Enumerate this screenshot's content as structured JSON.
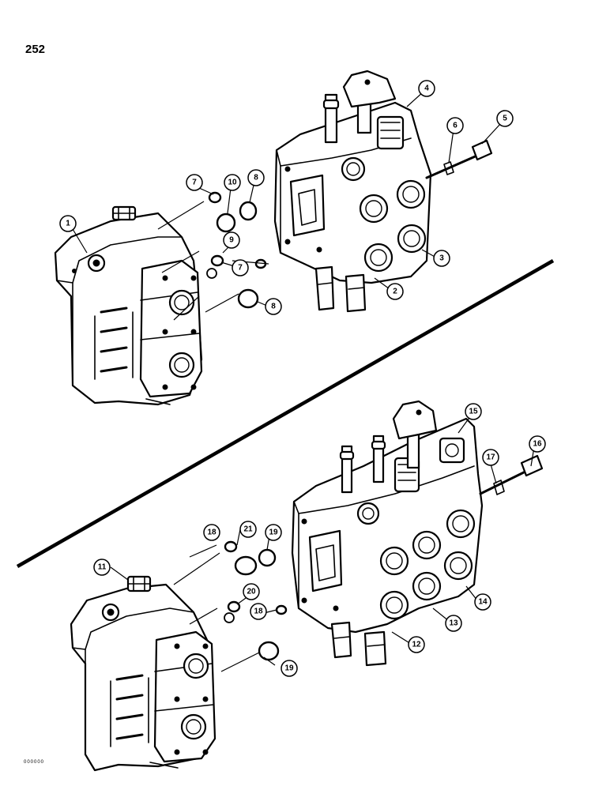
{
  "page": {
    "number": "252",
    "footer_code": "000000"
  },
  "callouts": [
    "1",
    "2",
    "3",
    "4",
    "5",
    "6",
    "7",
    "7",
    "8",
    "8",
    "9",
    "10",
    "11",
    "12",
    "13",
    "14",
    "15",
    "16",
    "17",
    "18",
    "18",
    "19",
    "19",
    "20",
    "21"
  ]
}
